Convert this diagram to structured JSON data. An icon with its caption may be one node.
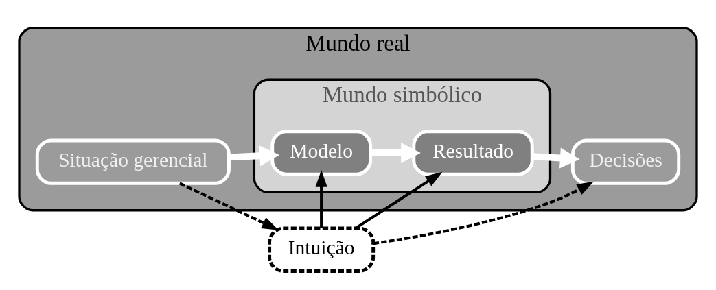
{
  "diagram": {
    "nodes": [
      {
        "text": [
          "Mundo real"
        ]
      },
      {
        "text": [
          "Mundo simbólico"
        ],
        "in": 0
      },
      {
        "text": [
          "Situação gerencial"
        ],
        "in": 0
      },
      {
        "text": [
          "Modelo"
        ],
        "in": 1
      },
      {
        "text": [
          "Resultado"
        ],
        "in": 1
      },
      {
        "text": [
          "Decisões"
        ],
        "in": 0
      },
      {
        "text": [
          "Intuição"
        ]
      }
    ],
    "edges": [
      {
        "from": 2,
        "to": 3,
        "arrow": "to",
        "style": "thick",
        "color": "#ffffff"
      },
      {
        "from": 3,
        "to": 4,
        "arrow": "to",
        "style": "thick",
        "color": "#ffffff"
      },
      {
        "from": 4,
        "to": 5,
        "arrow": "to",
        "style": "thick",
        "color": "#ffffff"
      },
      {
        "from": 6,
        "to": 3,
        "arrow": "to"
      },
      {
        "from": 6,
        "to": 4,
        "arrow": "to"
      },
      {
        "from": 2,
        "to": 6,
        "arrow": "to",
        "style": "dashed"
      },
      {
        "from": 6,
        "to": 5,
        "arrow": "to",
        "style": "dashed"
      }
    ]
  }
}
